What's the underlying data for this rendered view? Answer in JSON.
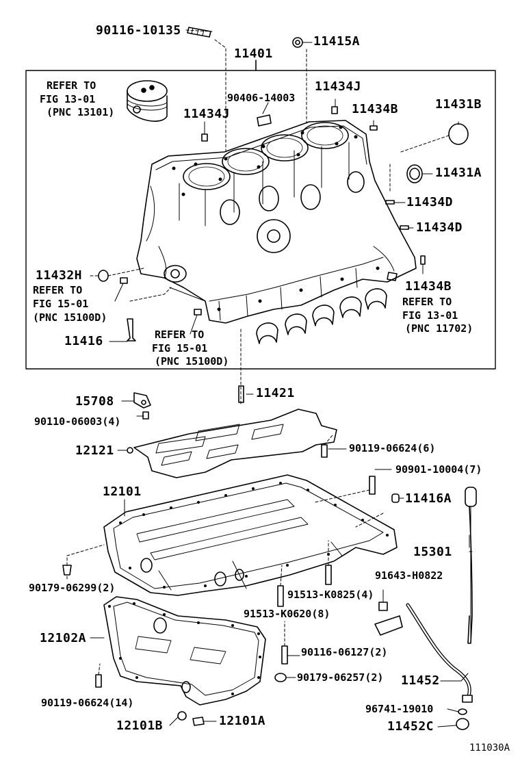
{
  "labels": {
    "p90116_10135": "90116-10135",
    "p11415A": "11415A",
    "p11401": "11401",
    "refer_piston": [
      "REFER TO",
      "FIG 13-01",
      "(PNC 13101)"
    ],
    "p90406_14003": "90406-14003",
    "p11434J_a": "11434J",
    "p11434J_b": "11434J",
    "p11434B_a": "11434B",
    "p11431B": "11431B",
    "p11431A": "11431A",
    "p11434D_a": "11434D",
    "p11434D_b": "11434D",
    "p11432H": "11432H",
    "refer_left": [
      "REFER TO",
      "FIG 15-01",
      "(PNC 15100D)"
    ],
    "p11434B_b": "11434B",
    "refer_bearing": [
      "REFER TO",
      "FIG 13-01",
      "(PNC 11702)"
    ],
    "p11416": "11416",
    "refer_mid": [
      "REFER TO",
      "FIG 15-01",
      "(PNC 15100D)"
    ],
    "p11421": "11421",
    "p15708": "15708",
    "p90110_06003": "90110-06003(4)",
    "p12121": "12121",
    "p90119_06624_6": "90119-06624(6)",
    "p90901_10004": "90901-10004(7)",
    "p12101": "12101",
    "p11416A": "11416A",
    "p15301": "15301",
    "p90179_06299": "90179-06299(2)",
    "p91513_K0825": "91513-K0825(4)",
    "p91643_H0822": "91643-H0822",
    "p91513_K0620": "91513-K0620(8)",
    "p12102A": "12102A",
    "p90116_06127": "90116-06127(2)",
    "p90179_06257": "90179-06257(2)",
    "p11452": "11452",
    "p90119_06624_14": "90119-06624(14)",
    "p96741_19010": "96741-19010",
    "p12101B": "12101B",
    "p12101A": "12101A",
    "p11452C": "11452C",
    "figure_id": "111030A"
  }
}
